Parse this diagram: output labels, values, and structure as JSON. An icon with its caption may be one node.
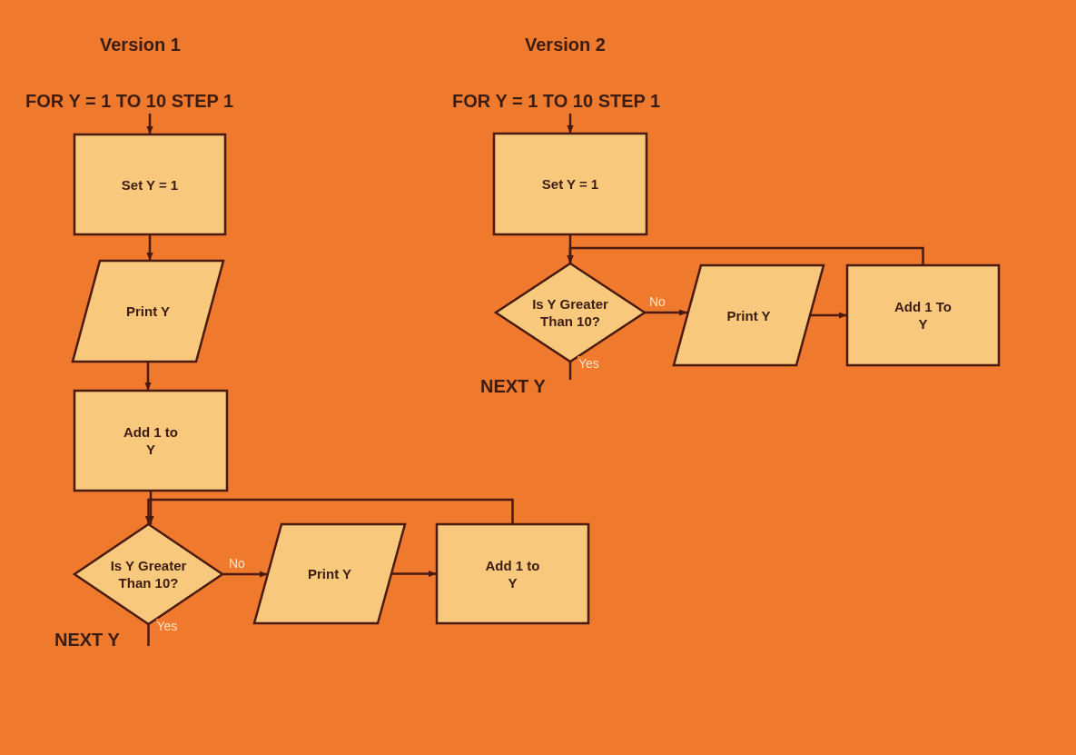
{
  "diagram": {
    "nodes": [
      {
        "text": [
          "FOR Y = 1 TO 10 STEP 1"
        ]
      },
      {
        "text": [
          "Set Y = 1"
        ]
      },
      {
        "text": [
          "Print Y"
        ]
      },
      {
        "text": [
          "Add 1 to Y"
        ]
      },
      {
        "text": [
          "Is Y Greater Than 10?"
        ]
      },
      {
        "text": [
          "Print Y"
        ]
      },
      {
        "text": [
          "Add 1 to Y"
        ]
      },
      {
        "text": [
          "FOR Y = 1 TO 10 STEP 1"
        ]
      },
      {
        "text": [
          "Set Y = 1"
        ]
      },
      {
        "text": [
          "Is Y Greater Than 10?"
        ]
      },
      {
        "text": [
          "Print Y"
        ]
      },
      {
        "text": [
          "Add 1 To Y"
        ]
      }
    ],
    "edges": [
      {
        "from": 0,
        "to": 1,
        "arrow": "to"
      },
      {
        "from": 1,
        "to": 2,
        "arrow": "to"
      },
      {
        "from": 2,
        "to": 3,
        "arrow": "to"
      },
      {
        "from": 3,
        "to": 4,
        "arrow": "to"
      },
      {
        "from": 4,
        "to": 5,
        "arrow": "to",
        "label": "No"
      },
      {
        "from": 5,
        "to": 6,
        "arrow": "to"
      },
      {
        "from": 6,
        "to": 4,
        "arrow": "to"
      },
      {
        "from": 4,
        "to": null,
        "arrow": "none",
        "label": "Yes"
      },
      {
        "from": 7,
        "to": 8,
        "arrow": "to"
      },
      {
        "from": 8,
        "to": 9,
        "arrow": "to"
      },
      {
        "from": 9,
        "to": 10,
        "arrow": "to",
        "label": "No"
      },
      {
        "from": 10,
        "to": 11,
        "arrow": "to"
      },
      {
        "from": 11,
        "to": 9,
        "arrow": "to"
      },
      {
        "from": 9,
        "to": null,
        "arrow": "none",
        "label": "Yes"
      }
    ],
    "labels": [
      "Version 1",
      "Version 2",
      "NEXT Y",
      "NEXT Y"
    ]
  }
}
